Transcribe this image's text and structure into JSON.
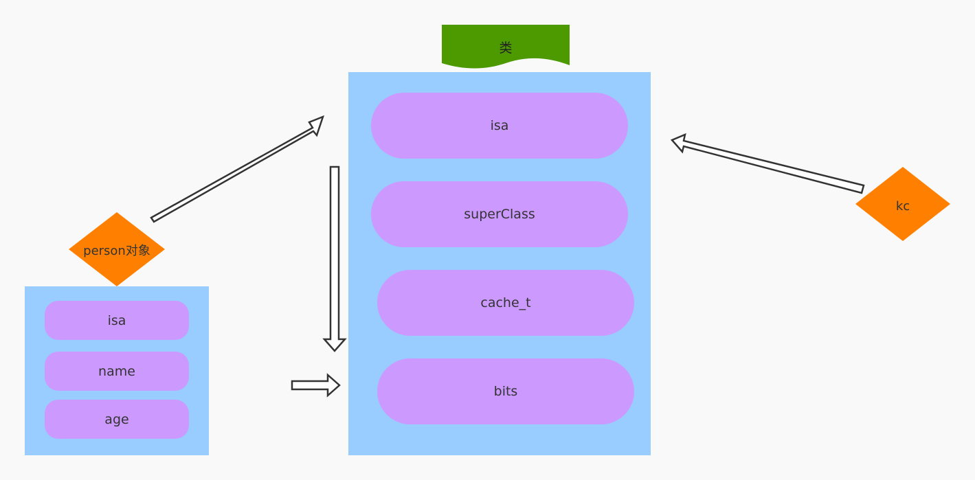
{
  "class_block": {
    "banner": "类",
    "fields": [
      "isa",
      "superClass",
      "cache_t",
      "bits"
    ]
  },
  "object_block": {
    "label": "person对象",
    "fields": [
      "isa",
      "name",
      "age"
    ]
  },
  "kc": {
    "label": "kc"
  },
  "colors": {
    "background": "#f9f9f9",
    "box": "#99ccff",
    "field": "#cc99ff",
    "diamond": "#ff8000",
    "banner": "#4c9900",
    "arrow_stroke": "#333333",
    "arrow_fill": "#ffffff"
  }
}
